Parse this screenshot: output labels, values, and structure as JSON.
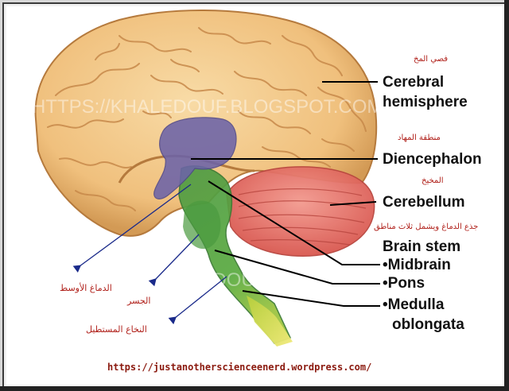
{
  "labels": {
    "cerebral_line1": "Cerebral",
    "cerebral_line2": "hemisphere",
    "diencephalon": "Diencephalon",
    "cerebellum": "Cerebellum",
    "brain_stem": "Brain stem",
    "midbrain": "•Midbrain",
    "pons": "•Pons",
    "medulla_line1": "•Medulla",
    "medulla_line2": "oblongata"
  },
  "arabic": {
    "cerebral": "فصي المخ",
    "diencephalon": "منطقة المهاد",
    "cerebellum": "المخيخ",
    "brain_stem": "جذع الدماغ ويشمل ثلاث مناطق",
    "midbrain": "الدماغ الأوسط",
    "pons": "الجسر",
    "medulla": "النخاع المستطيل"
  },
  "watermark": "HTTPS://KHALEDOUF.BLOGSPOT.COM.EG",
  "footer_url": "https://justanotherscienceenerd.wordpress.com/",
  "colors": {
    "cerebrum": "#f3c98a",
    "cerebrum_shadow": "#c98a45",
    "diencephalon": "#6c63a8",
    "brainstem": "#5aa84a",
    "cerebellum": "#e8736a",
    "medulla_tip": "#e6e05a",
    "leader_line": "#000000",
    "arrow": "#1a2a8a",
    "arabic_text": "#b0201a"
  }
}
